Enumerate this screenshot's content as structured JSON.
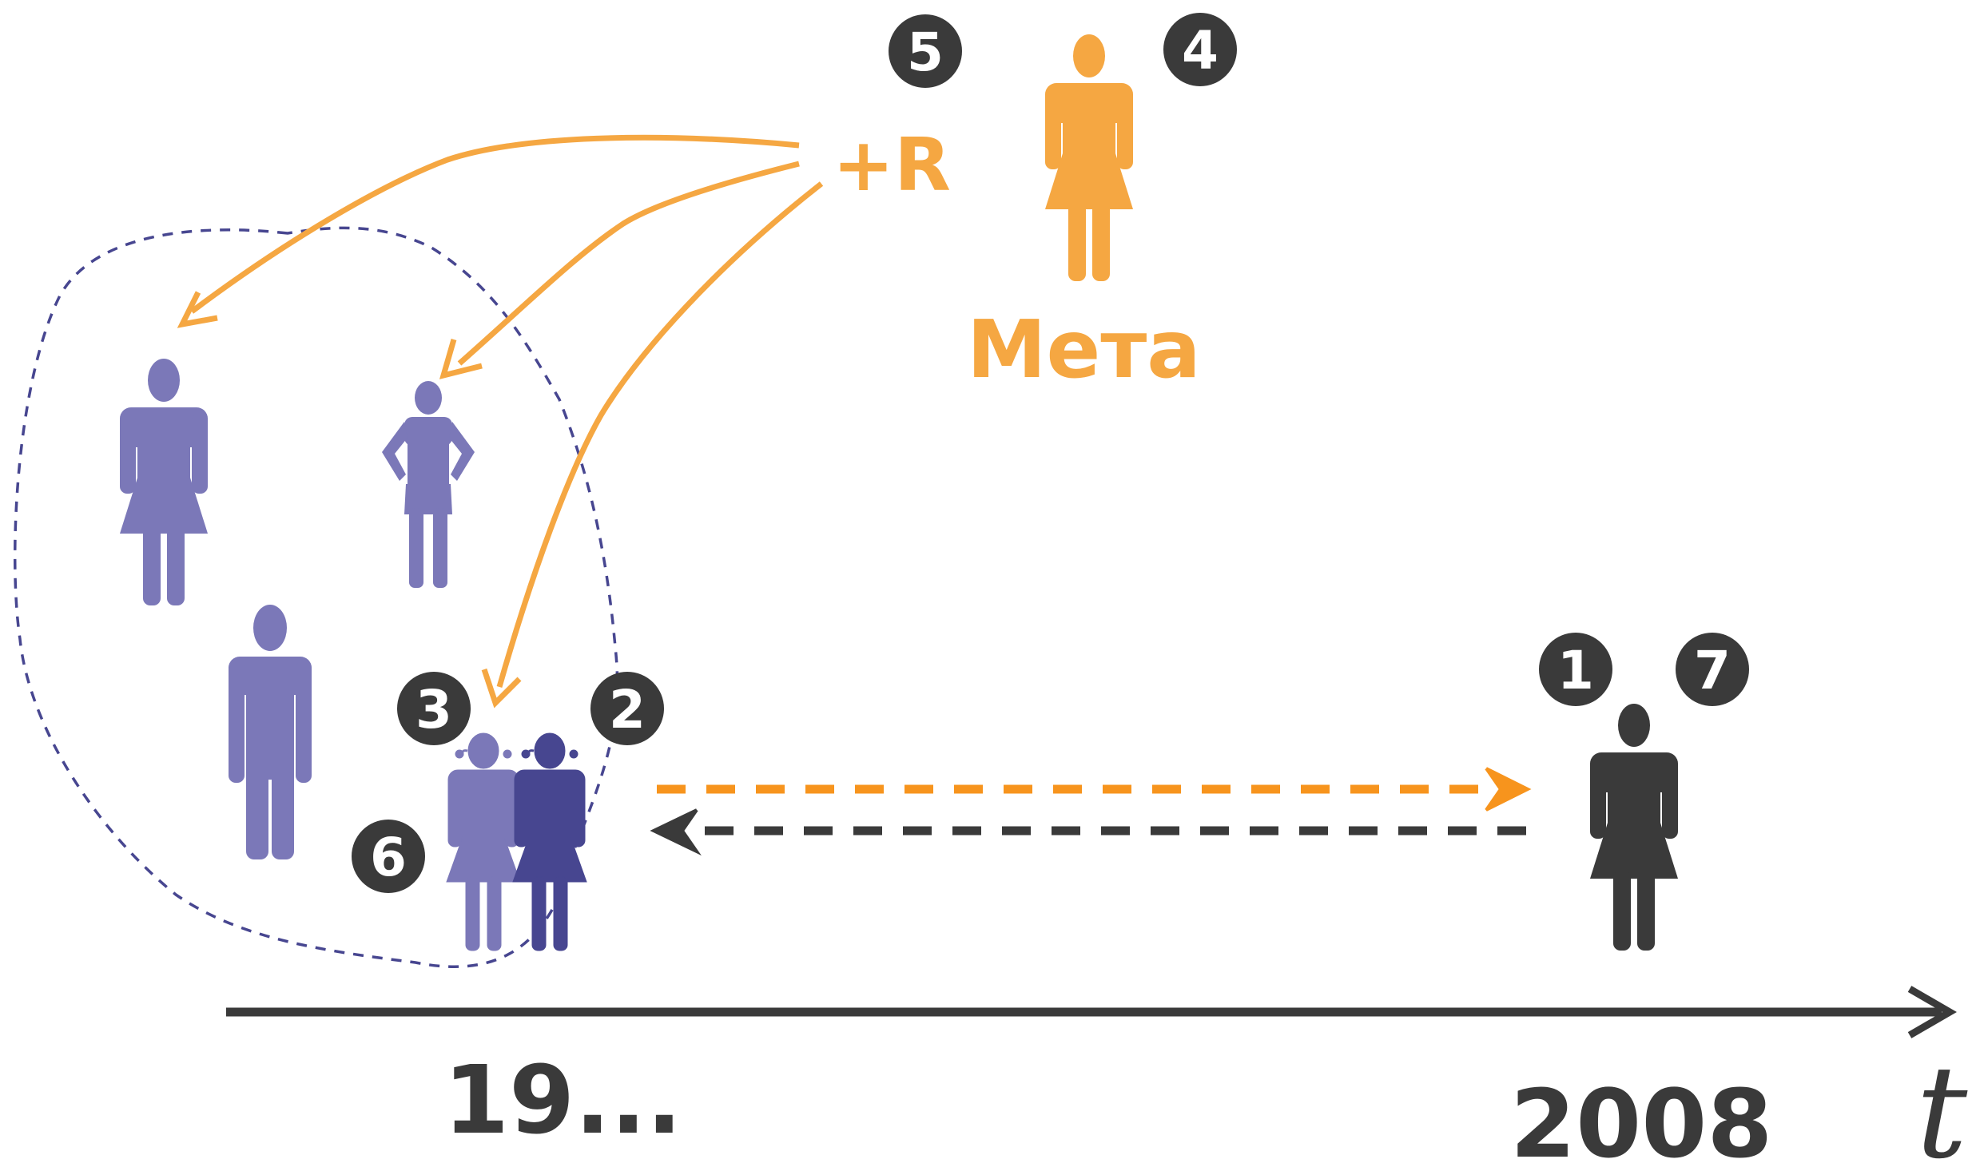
{
  "colors": {
    "ancestor": "#7b78b8",
    "ancestor_dark": "#474690",
    "orange": "#f5a742",
    "orange_dashed": "#f7941d",
    "dark": "#3a3a3a"
  },
  "labels": {
    "plus_r": "+R",
    "meta": "Мета",
    "year_start": "19...",
    "year_end": "2008",
    "axis_t": "t"
  },
  "badges": {
    "b1": "1",
    "b2": "2",
    "b3": "3",
    "b4": "4",
    "b5": "5",
    "b6": "6",
    "b7": "7"
  },
  "figures": [
    {
      "id": "ancestor-woman",
      "icon": "woman-icon"
    },
    {
      "id": "ancestor-child",
      "icon": "child-icon"
    },
    {
      "id": "ancestor-man",
      "icon": "man-icon"
    },
    {
      "id": "ancestor-girl-light",
      "icon": "girl-icon"
    },
    {
      "id": "ancestor-girl-dark",
      "icon": "girl-icon"
    },
    {
      "id": "meta-woman",
      "icon": "woman-icon"
    },
    {
      "id": "present-woman",
      "icon": "woman-icon"
    }
  ]
}
